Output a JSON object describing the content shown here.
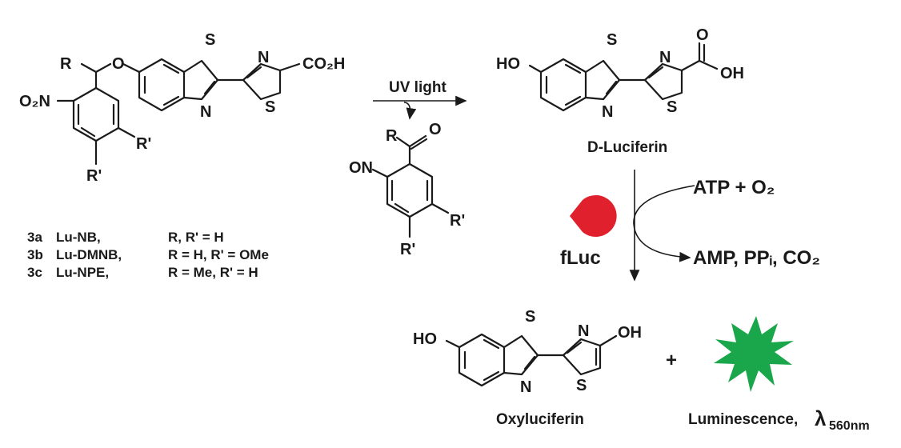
{
  "compound": {
    "sub_R": "R",
    "sub_O": "O",
    "nitro_label": "O₂N",
    "rprime_1": "R'",
    "rprime_2": "R'",
    "S": "S",
    "N": "N",
    "thz_N": "N",
    "thz_S": "S",
    "acid": "CO₂H"
  },
  "legend": [
    {
      "id": "3a",
      "name": "Lu-NB,",
      "sub": "R, R' = H"
    },
    {
      "id": "3b",
      "name": "Lu-DMNB,",
      "sub": "R = H, R' = OMe"
    },
    {
      "id": "3c",
      "name": "Lu-NPE,",
      "sub": "R = Me, R' = H"
    }
  ],
  "reaction": {
    "condition": "UV light"
  },
  "byproduct": {
    "R": "R",
    "O": "O",
    "nitroso": "ON",
    "rprime_1": "R'",
    "rprime_2": "R'"
  },
  "luciferin": {
    "HO": "HO",
    "S": "S",
    "N": "N",
    "thz_N": "N",
    "thz_S": "S",
    "acid_O": "O",
    "acid_OH": "OH",
    "name": "D-Luciferin"
  },
  "enzyme": {
    "name": "fLuc",
    "color": "#e0202c",
    "reagents": "ATP + O₂",
    "products": "AMP, PPᵢ, CO₂"
  },
  "oxyluciferin": {
    "HO": "HO",
    "S": "S",
    "N": "N",
    "thz_N": "N",
    "thz_S": "S",
    "OH": "OH",
    "name": "Oxyluciferin"
  },
  "plus": "+",
  "luminescence": {
    "label": "Luminescence,",
    "lambda": "λ",
    "wavelength": "560nm",
    "color": "#1aa64a"
  }
}
